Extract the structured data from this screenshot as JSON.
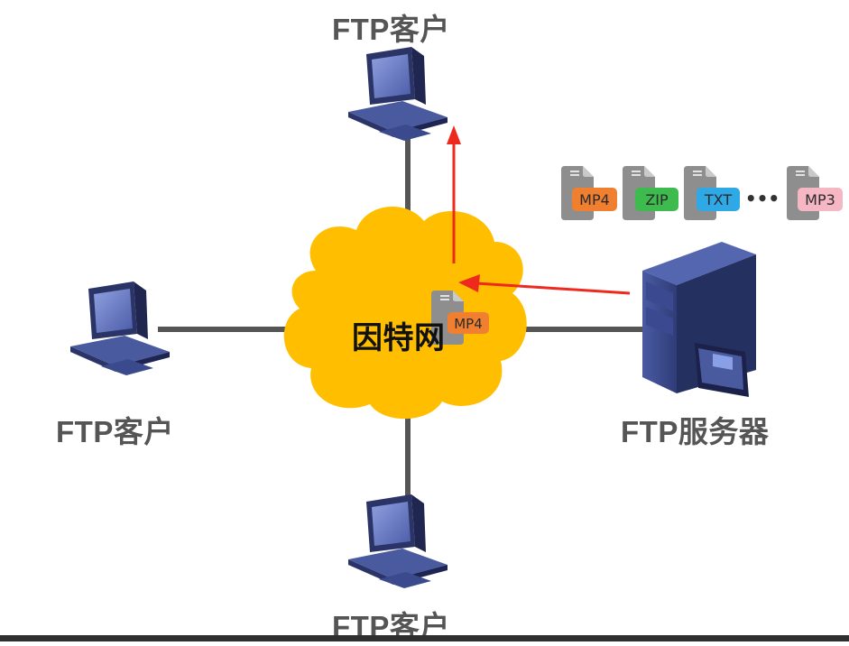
{
  "nodes": {
    "client_top": "FTP客户",
    "client_left": "FTP客户",
    "client_bottom": "FTP客户",
    "server": "FTP服务器",
    "internet": "因特网"
  },
  "files": {
    "server_files": [
      "MP4",
      "ZIP",
      "TXT",
      "MP3"
    ],
    "ellipsis": "•••",
    "transfer_file": "MP4"
  },
  "colors": {
    "cloud": "#FFBF00",
    "link": "#555555",
    "arrow": "#EE2A1F",
    "mp4": "#F08030",
    "zip": "#3DBB4E",
    "txt": "#2FA8E6",
    "mp3": "#F6B7C5",
    "computer": "#3A4A8C"
  }
}
